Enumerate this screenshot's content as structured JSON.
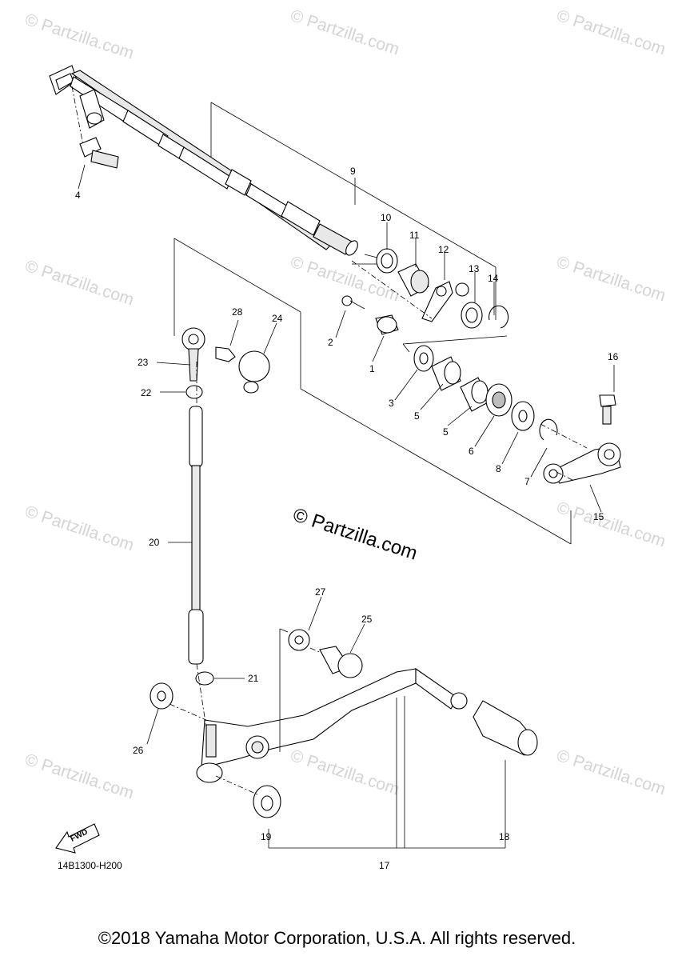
{
  "diagram": {
    "diagram_code": "14B1300-H200",
    "fwd_label": "FWD",
    "center_watermark": "© Partzilla.com",
    "watermark_text": "© Partzilla.com",
    "copyright": "©2018 Yamaha Motor Corporation, U.S.A. All rights reserved.",
    "callouts": {
      "c1": "1",
      "c2": "2",
      "c3": "3",
      "c4": "4",
      "c5a": "5",
      "c5b": "5",
      "c6": "6",
      "c7": "7",
      "c8": "8",
      "c9": "9",
      "c10": "10",
      "c11": "11",
      "c12": "12",
      "c13": "13",
      "c14": "14",
      "c15": "15",
      "c16": "16",
      "c17": "17",
      "c18": "18",
      "c19": "19",
      "c20": "20",
      "c21": "21",
      "c22": "22",
      "c23": "23",
      "c24": "24",
      "c25": "25",
      "c26": "26",
      "c27": "27",
      "c28": "28"
    }
  }
}
